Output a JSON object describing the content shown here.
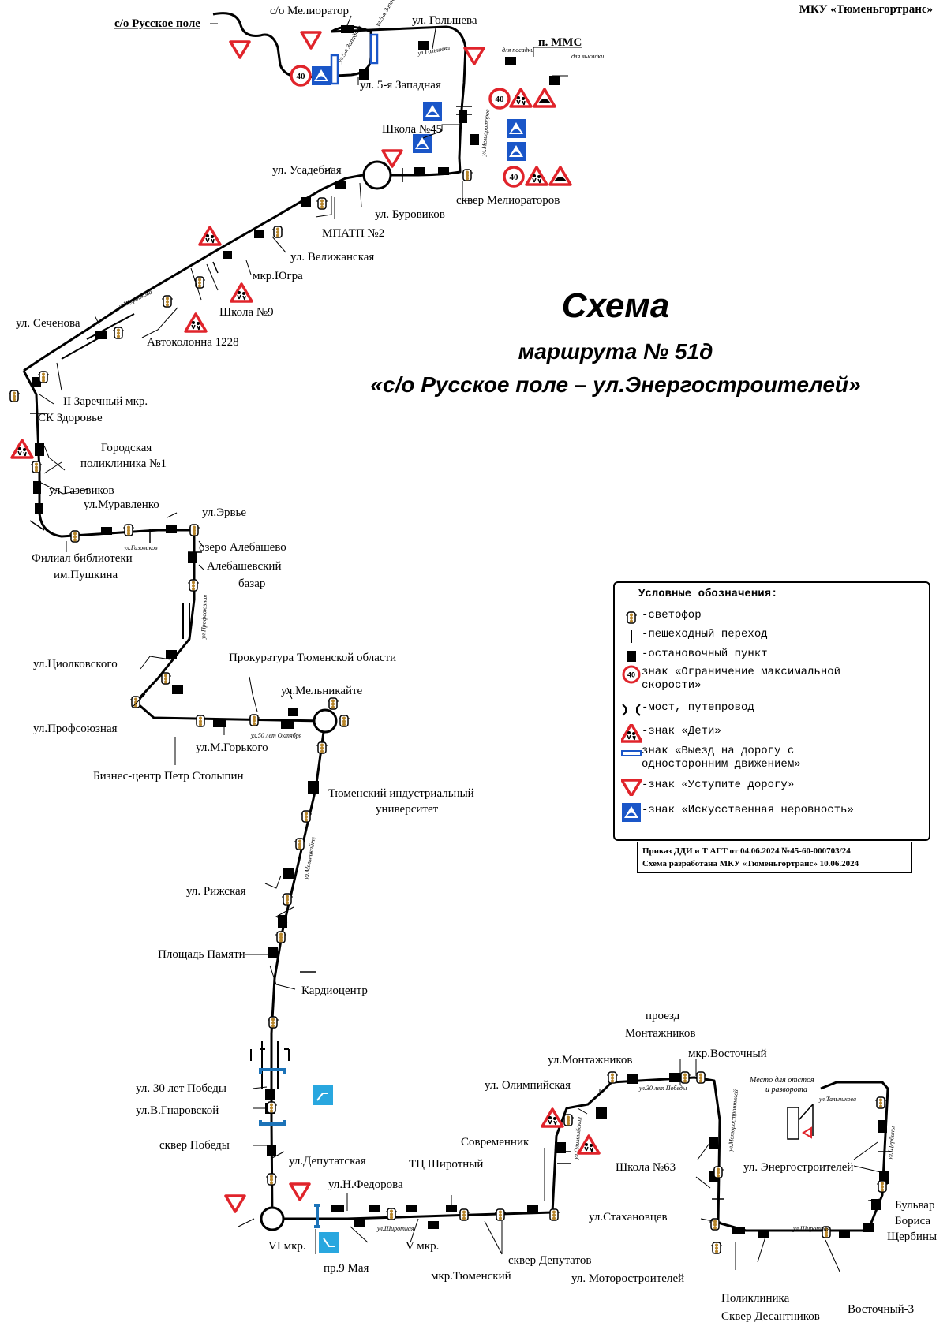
{
  "org": "МКУ «Тюменьгортранс»",
  "title": {
    "line1": "Схема",
    "line2": "маршрута № 51д",
    "line3": "«с/о Русское поле – ул.Энергостроителей»"
  },
  "stops": {
    "s01": "с/о Русское поле",
    "s02": "с/о Мелиоратор",
    "s03": "ул. Гольшева",
    "s04": "п. ММС",
    "s05": "ул. 5-я Западная",
    "s06": "Школа №45",
    "s07": "ул. Усадебная",
    "s08": "сквер Мелиораторов",
    "s09": "ул. Буровиков",
    "s10": "МПАТП №2",
    "s11": "ул. Велижанская",
    "s12": "мкр.Югра",
    "s13": "Школа №9",
    "s14": "ул. Сеченова",
    "s15": "Автоколонна 1228",
    "s16": "II Заречный мкр.",
    "s17": "СК Здоровье",
    "s18a": "Городская",
    "s18b": "поликлиника №1",
    "s19": "ул.Газовиков",
    "s20": "ул.Муравленко",
    "s21": "ул.Эрвье",
    "s22a": "Филиал библиотеки",
    "s22b": "им.Пушкина",
    "s23": "озеро Алебашево",
    "s24a": "Алебашевский",
    "s24b": "базар",
    "s25": "ул.Циолковского",
    "s26": "Прокуратура Тюменской области",
    "s27": "ул.Мельникайте",
    "s28": "ул.Профсоюзная",
    "s29": "ул.М.Горького",
    "s30": "Бизнес-центр Петр Столыпин",
    "s31a": "Тюменский индустриальный",
    "s31b": "университет",
    "s32": "ул. Рижская",
    "s33": "Площадь Памяти",
    "s34": "Кардиоцентр",
    "s35": "ул. 30 лет Победы",
    "s36": "ул.В.Гнаровской",
    "s37": "сквер Победы",
    "s38": "ул.Депутатская",
    "s39": "ул.Н.Федорова",
    "s40": "ТЦ Широтный",
    "s41": "VI мкр.",
    "s42": "пр.9 Мая",
    "s43": "V мкр.",
    "s44": "мкр.Тюменский",
    "s45": "сквер Депутатов",
    "s46": "Современник",
    "s47": "ул. Олимпийская",
    "s48": "ул.Монтажников",
    "s49a": "проезд",
    "s49b": "Монтажников",
    "s50": "мкр.Восточный",
    "s51": "Школа №63",
    "s52": "ул.Стахановцев",
    "s53": "ул. Моторостроителей",
    "s54a": "Поликлиника",
    "s54b": "Сквер Десантников",
    "s55": "Восточный-3",
    "s56": "ул. Энергостроителей",
    "s57a": "Бульвар",
    "s57b": "Бориса",
    "s57c": "Щербины"
  },
  "streets": {
    "w01": "ул.5-я Западная",
    "w02": "ул.5-я Западная",
    "w03": "ул.Гольшева",
    "w04": "для посадки",
    "w05": "для высадки",
    "w06": "ул.Мелиораторов",
    "w07": "ул.Щербакова",
    "w08": "ул.Газовиков",
    "w09": "ул.Профсоюзная",
    "w10": "ул.50 лет Октября",
    "w11": "ул.Мельникайте",
    "w12": "ул.Широтная",
    "w13": "ул.Олимпийская",
    "w14": "ул.30 лет Победы",
    "w15": "ул.Моторостроителей",
    "w16": "ул.Широтная",
    "w17": "ул.Тальникова",
    "w18": "ул.Щербины",
    "w19a": "Место для отстоя",
    "w19b": "и разворота"
  },
  "signs": {
    "speed_value": "40"
  },
  "legend": {
    "heading": "Условные обозначения:",
    "traffic_light": "-светофор",
    "crossing": "-пешеходный переход",
    "stop": "-остановочный пункт",
    "speed": "знак «Ограничение максимальной\nскорости»",
    "bridge": "-мост, путепровод",
    "children": "-знак «Дети»",
    "oneway": "знак «Выезд на дорогу с\nодносторонним движением»",
    "yield": "-знак «Уступите дорогу»",
    "bump": "-знак «Искусственная неровность»"
  },
  "order": {
    "line1": "Приказ ДДИ и Т АГТ от 04.06.2024 №45-60-000703/24",
    "line2": "Схема разработана МКУ «Тюменьгортранс» 10.06.2024"
  },
  "colors": {
    "route": "#000000",
    "sign_red": "#e0242b",
    "sign_blue": "#1a56c8",
    "bridge_blue": "#1c73b8",
    "bump_light": "#29a7df"
  }
}
